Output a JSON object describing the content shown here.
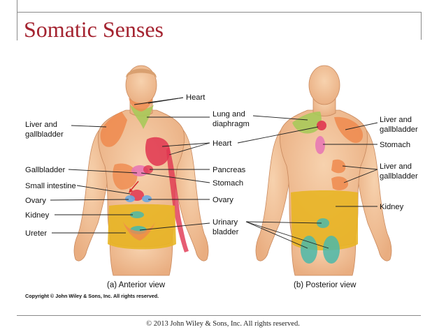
{
  "slide": {
    "title": "Somatic Senses",
    "footer": "© 2013 John Wiley & Sons, Inc. All rights reserved."
  },
  "figure": {
    "copyright": "Copyright © John Wiley & Sons, Inc. All rights reserved.",
    "anterior": {
      "caption": "(a) Anterior view",
      "labels": {
        "heart_top": "Heart",
        "lung": [
          "Lung and",
          "diaphragm"
        ],
        "heart_right": "Heart",
        "pancreas": "Pancreas",
        "stomach": "Stomach",
        "ovary_right": "Ovary",
        "urinary": [
          "Urinary",
          "bladder"
        ],
        "liver": [
          "Liver and",
          "gallbladder"
        ],
        "gallbladder": "Gallbladder",
        "small_intestine": "Small intestine",
        "ovary_left": "Ovary",
        "kidney": "Kidney",
        "ureter": "Ureter"
      }
    },
    "posterior": {
      "caption": "(b) Posterior view",
      "labels": {
        "liver_top": [
          "Liver and",
          "gallbladder"
        ],
        "stomach": "Stomach",
        "liver_mid": [
          "Liver and",
          "gallbladder"
        ],
        "kidney": "Kidney"
      }
    }
  },
  "colors": {
    "title": "#a42330",
    "skin": "#f4c49b",
    "orange_zone": "#ef8a4d",
    "yellow_zone": "#e8b525",
    "green_zone": "#a8c95a",
    "red_zone": "#e03550",
    "pink_zone": "#e879b4",
    "teal_zone": "#4bb8a9"
  }
}
